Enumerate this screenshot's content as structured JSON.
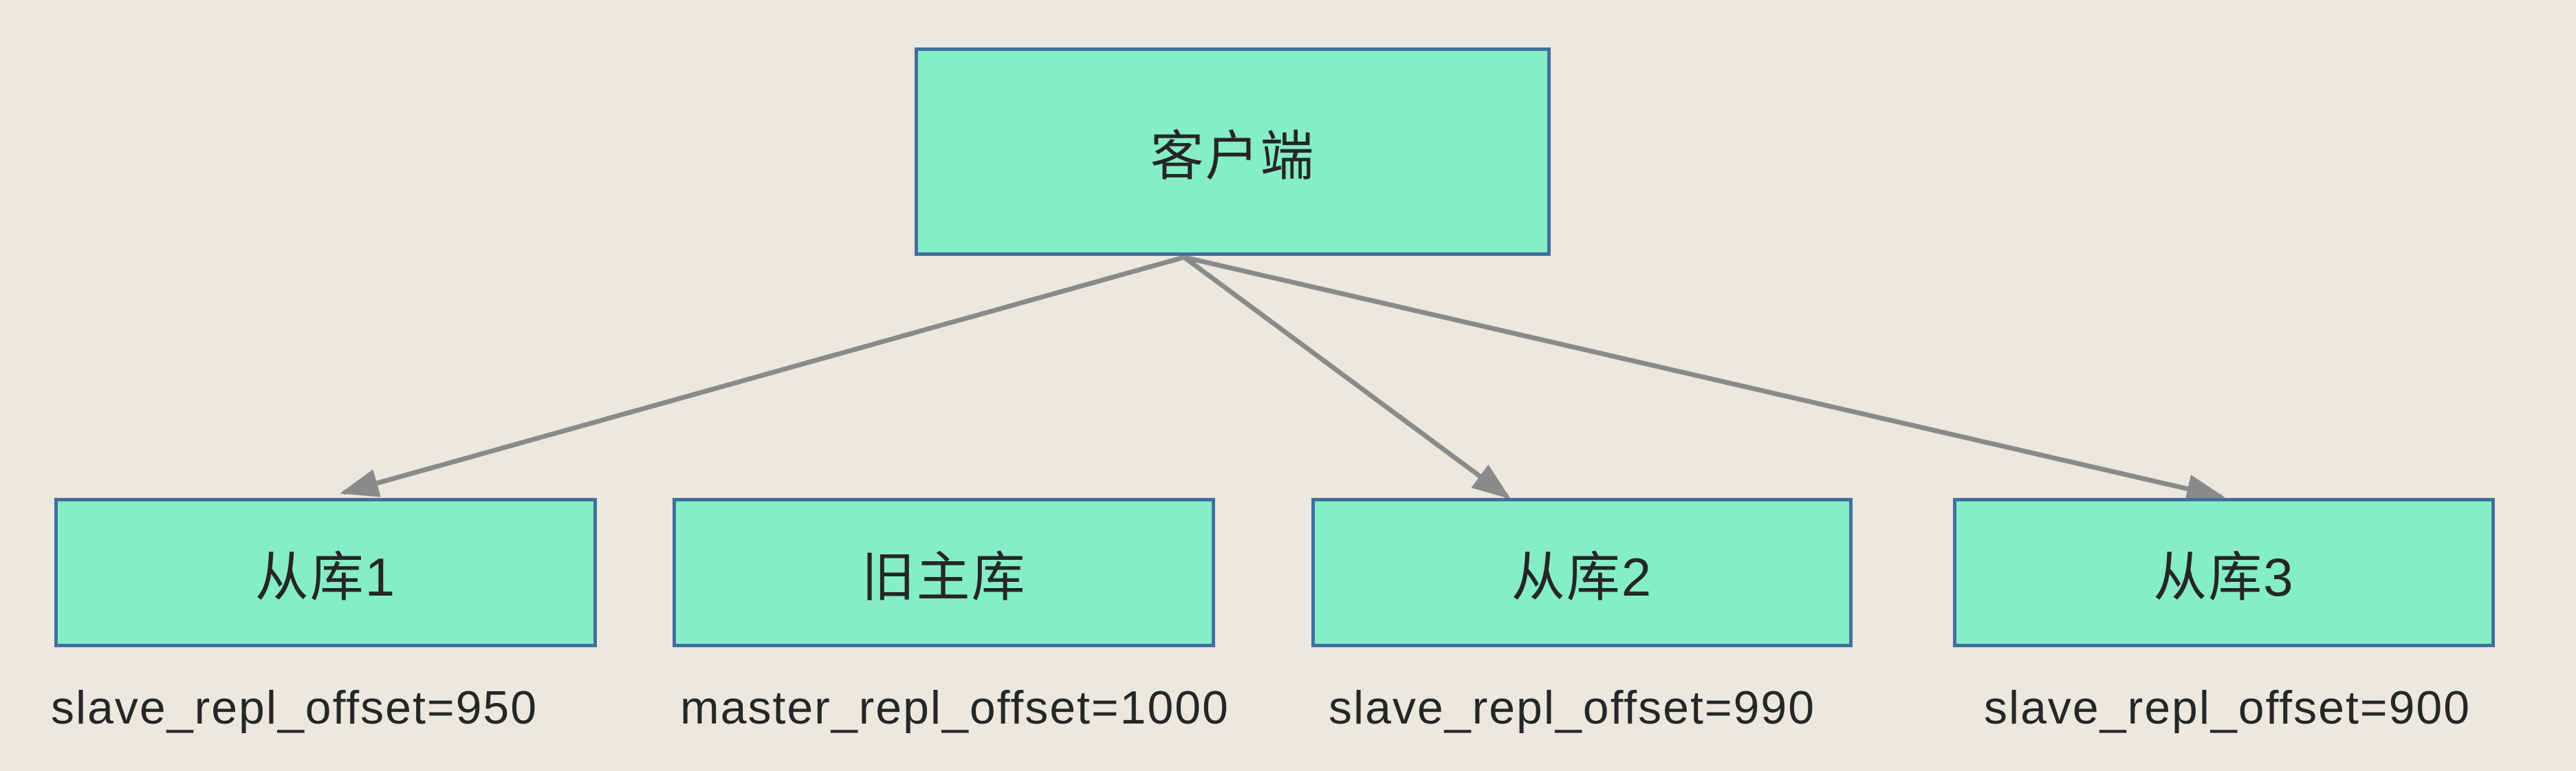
{
  "diagram": {
    "title": "Redis failover replication offsets diagram",
    "colors": {
      "background": "#EAE8DF",
      "node_fill": "#85EEC6",
      "node_border": "#41709D",
      "arrow": "#8A8A8A",
      "text": "#262626"
    },
    "nodes": {
      "client": {
        "label": "客户端"
      },
      "slave1": {
        "label": "从库1",
        "offset_label": "slave_repl_offset=950"
      },
      "old_master": {
        "label": "旧主库",
        "offset_label": "master_repl_offset=1000"
      },
      "slave2": {
        "label": "从库2",
        "offset_label": "slave_repl_offset=990"
      },
      "slave3": {
        "label": "从库3",
        "offset_label": "slave_repl_offset=900"
      }
    },
    "edges": [
      {
        "from": "client",
        "to": "slave1"
      },
      {
        "from": "client",
        "to": "slave2"
      },
      {
        "from": "client",
        "to": "slave3"
      }
    ]
  }
}
